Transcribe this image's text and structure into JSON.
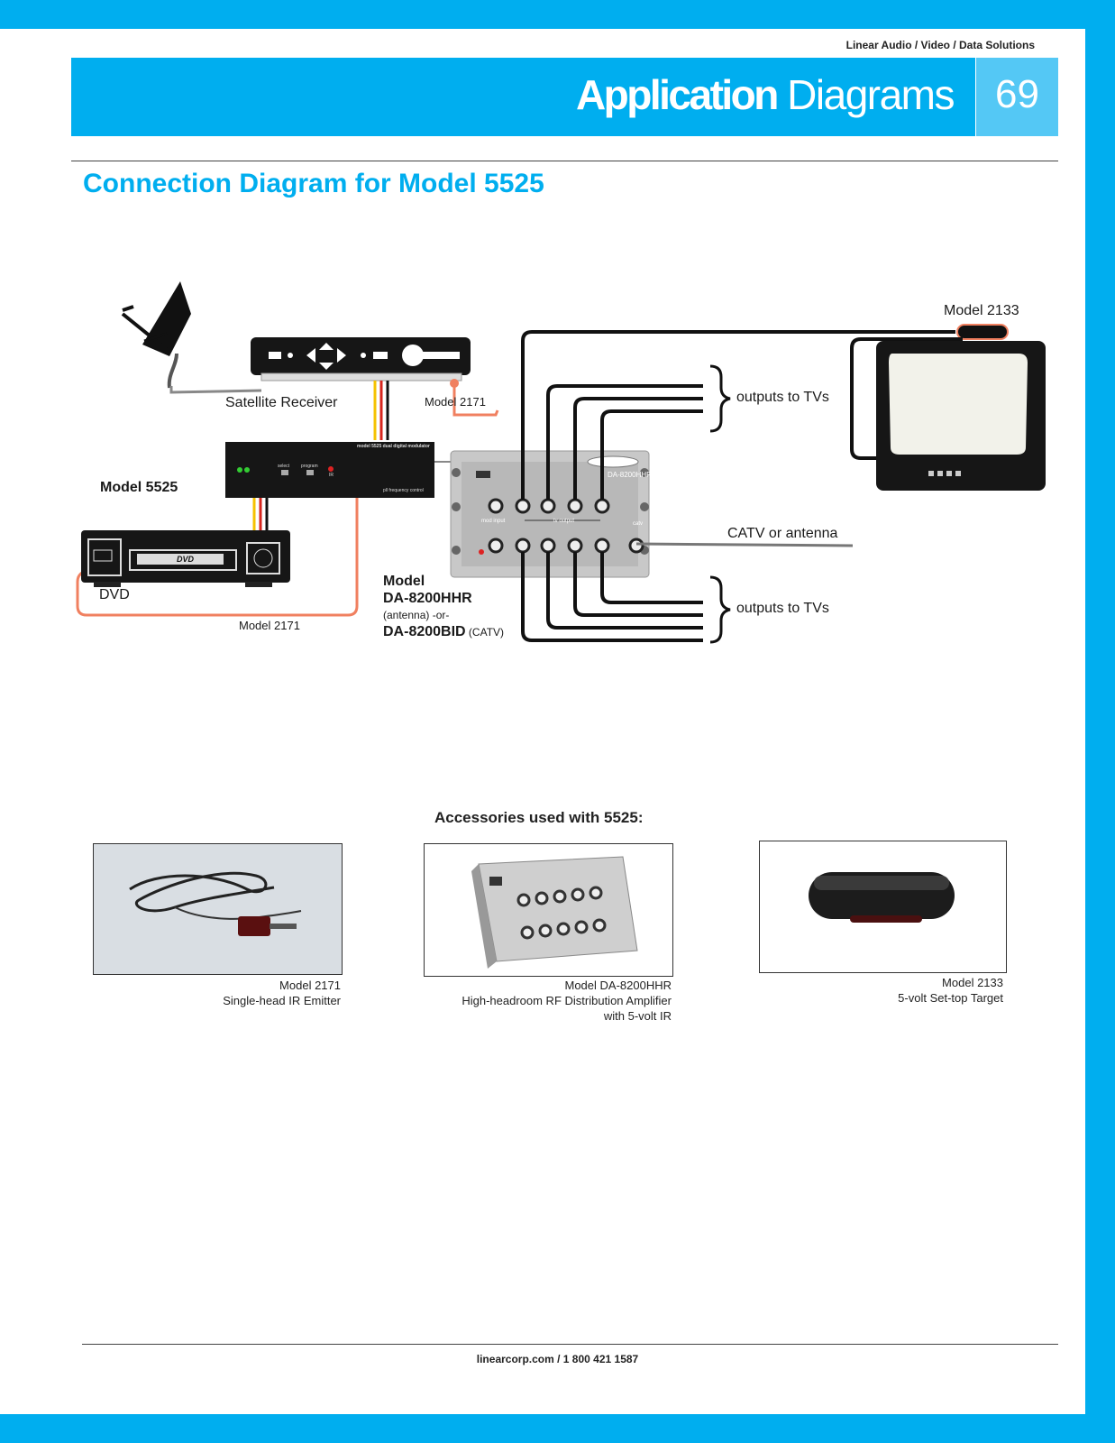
{
  "header": {
    "tagline": "Linear Audio / Video / Data Solutions",
    "title_bold": "Application",
    "title_light": " Diagrams",
    "page_number": "69"
  },
  "section_title": "Connection Diagram for Model 5525",
  "diagram": {
    "labels": {
      "satellite_receiver": "Satellite Receiver",
      "model_2171_top": "Model 2171",
      "model_5525": "Model 5525",
      "dvd": "DVD",
      "model_2171_bottom": "Model 2171",
      "model_heading": "Model",
      "da8200hhr": "DA-8200HHR",
      "antenna_or": "(antenna) -or-",
      "da8200bid": "DA-8200BID",
      "catv_suffix": " (CATV)",
      "model_2133": "Model 2133",
      "outputs_top": "outputs to TVs",
      "outputs_bottom": "outputs to TVs",
      "catv_antenna": "CATV or antenna"
    },
    "device_text": {
      "modulator_name": "model 5525 dual digital modulator",
      "modulator_select": "select",
      "modulator_program": "program",
      "modulator_ir": "IR",
      "modulator_pll": "pll frequency control",
      "amp_model": "DA-8200HHR",
      "amp_mod_input": "mod input",
      "amp_tv_output": "tv output",
      "amp_catv": "catv",
      "dvd_logo": "DVD"
    }
  },
  "accessories": {
    "title": "Accessories used with 5525:",
    "items": [
      {
        "caption_lines": [
          "Model 2171",
          "Single-head IR Emitter"
        ]
      },
      {
        "caption_lines": [
          "Model DA-8200HHR",
          "High-headroom RF Distribution Amplifier",
          "with 5-volt IR"
        ]
      },
      {
        "caption_lines": [
          "Model 2133",
          "5-volt Set-top Target"
        ]
      }
    ]
  },
  "footer": "linearcorp.com / 1 800 421 1587",
  "colors": {
    "brand_blue": "#00aeef",
    "light_blue": "#54c8f5",
    "ir_cable_orange": "#f08060",
    "wire_yellow": "#f5c200",
    "wire_red": "#d7261e"
  }
}
